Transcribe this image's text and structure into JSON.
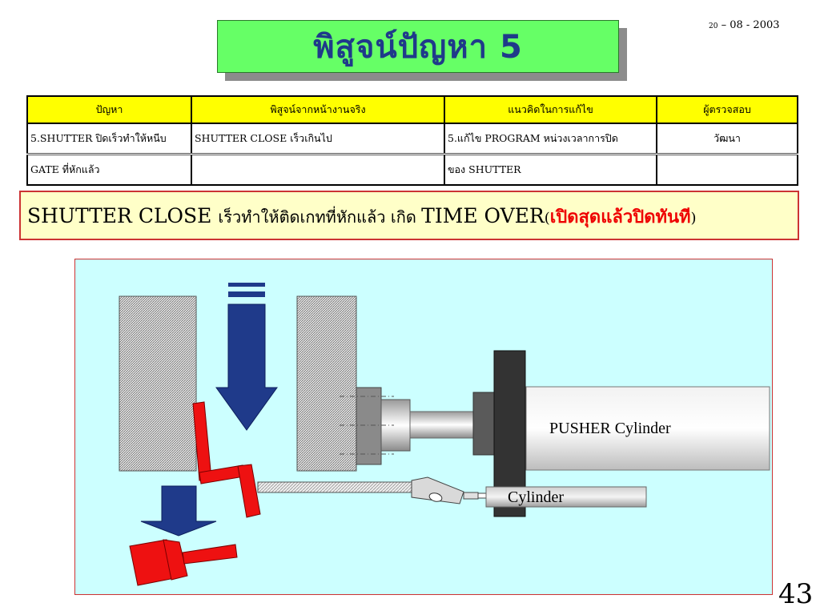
{
  "slide": {
    "title": "พิสูจน์ปัญหา 5",
    "date_day": "20",
    "date_rest": " – 08 - 2003",
    "page_number": "43"
  },
  "table": {
    "headers": [
      "ปัญหา",
      "พิสูจน์จากหน้างานจริง",
      "แนวคิดในการแก้ไข",
      "ผู้ตรวจสอบ"
    ],
    "rows": [
      [
        "5.SHUTTER ปิดเร็วทำให้หนีบ",
        "SHUTTER CLOSE เร็วเกินไป",
        "5.แก้ไข PROGRAM หน่วงเวลาการปิด",
        "วัฒนา"
      ],
      [
        "GATE  ที่หักแล้ว",
        "",
        "ของ SHUTTER",
        ""
      ]
    ]
  },
  "note": {
    "part1": "SHUTTER CLOSE ",
    "part2": "เร็วทำให้ติดเกทที่หักแล้ว เกิด ",
    "part3": "TIME OVER",
    "part4": "(",
    "part5": "เปิดสุดแล้วปิดทันที",
    "part6": ")"
  },
  "diagram": {
    "pusher_label": "PUSHER  Cylinder",
    "cylinder_label": "Cylinder",
    "colors": {
      "background": "#ccffff",
      "arrow_blue": "#1f3a8a",
      "part_red": "#ee1111",
      "pusher_black": "#333333"
    }
  }
}
